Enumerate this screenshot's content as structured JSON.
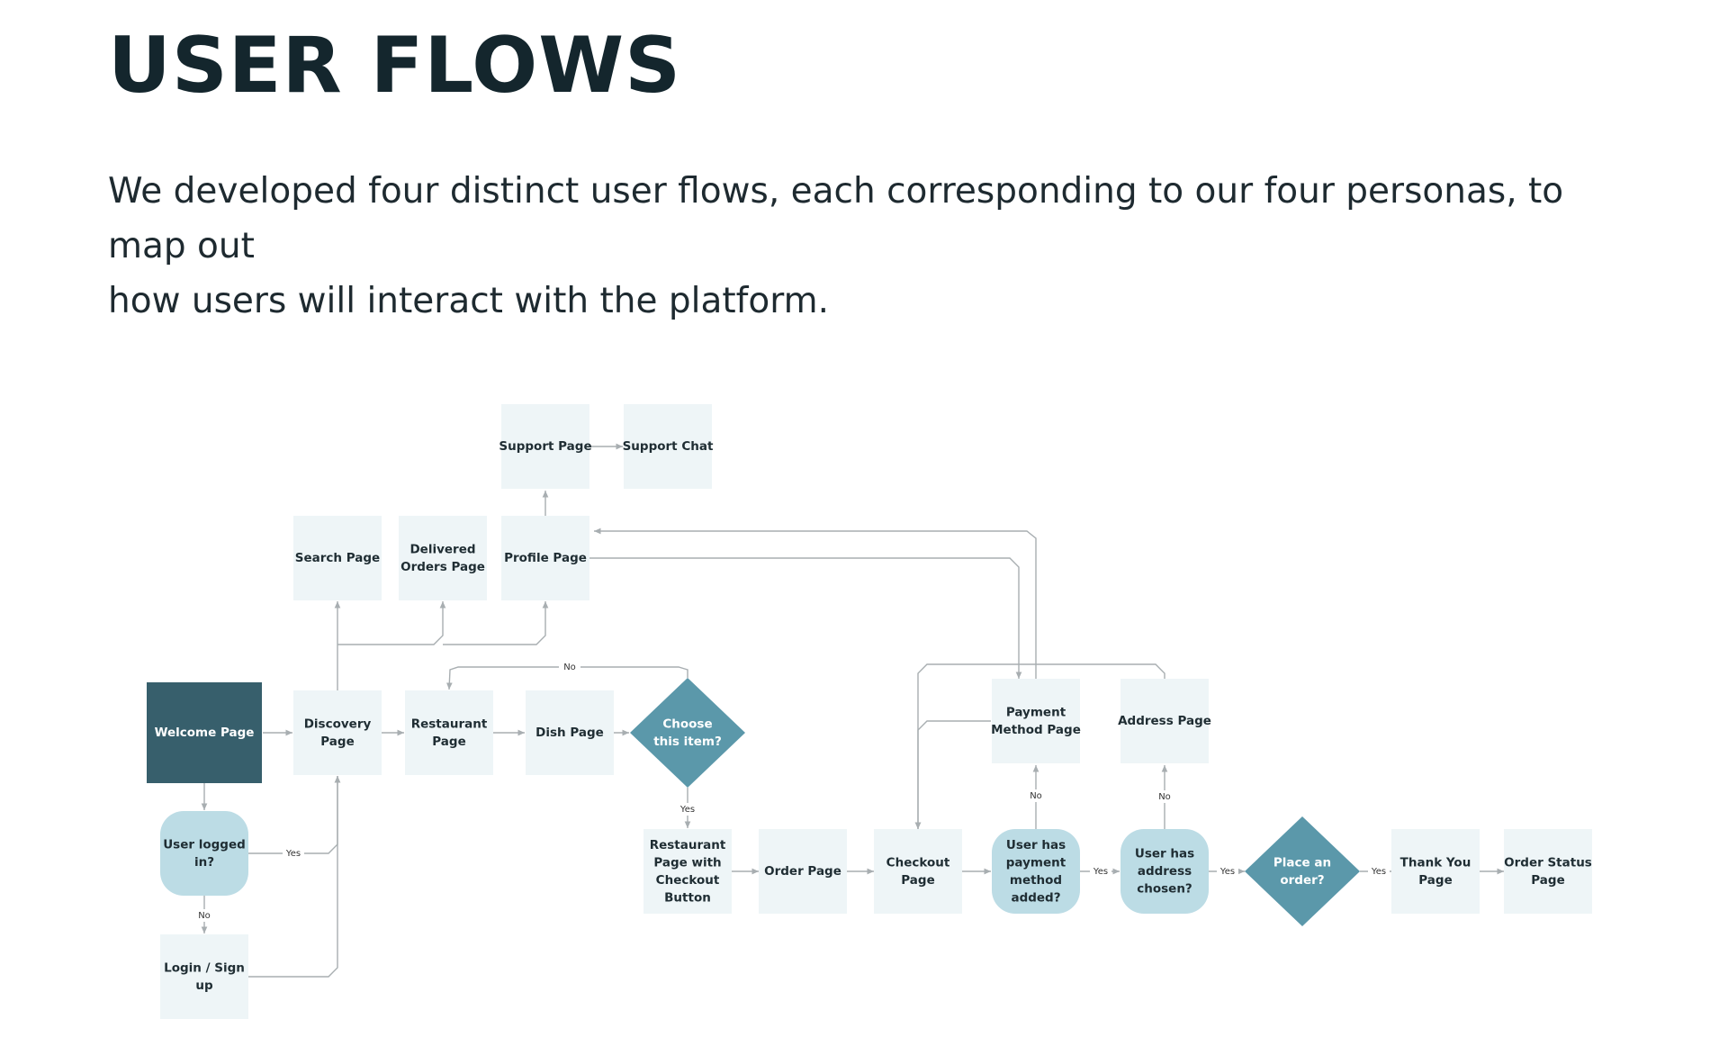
{
  "header": {
    "title": "USER FLOWS",
    "intro_line1": "We developed four distinct user flows, each corresponding to our four personas, to map out",
    "intro_line2": "how users will interact with the platform."
  },
  "colors": {
    "title": "#14262d",
    "page_node": "#eef5f7",
    "decision_rounded": "#bcdce5",
    "decision_diamond": "#5b98aa",
    "start_node": "#375f6c",
    "connector": "#a8aeb1"
  },
  "diagram": {
    "nodes": {
      "support_page": [
        "Support Page"
      ],
      "support_chat": [
        "Support Chat"
      ],
      "search_page": [
        "Search Page"
      ],
      "delivered_orders": [
        "Delivered",
        "Orders Page"
      ],
      "profile_page": [
        "Profile Page"
      ],
      "welcome_page": [
        "Welcome Page"
      ],
      "discovery_page": [
        "Discovery",
        "Page"
      ],
      "restaurant_page": [
        "Restaurant",
        "Page"
      ],
      "dish_page": [
        "Dish Page"
      ],
      "choose_item": [
        "Choose",
        "this item?"
      ],
      "payment_method_page": [
        "Payment",
        "Method Page"
      ],
      "address_page": [
        "Address Page"
      ],
      "user_logged_in": [
        "User logged",
        "in?"
      ],
      "login_signup": [
        "Login / Sign",
        "up"
      ],
      "restaurant_checkout": [
        "Restaurant",
        "Page with",
        "Checkout",
        "Button"
      ],
      "order_page": [
        "Order Page"
      ],
      "checkout_page": [
        "Checkout",
        "Page"
      ],
      "has_payment": [
        "User has",
        "payment",
        "method",
        "added?"
      ],
      "has_address": [
        "User has",
        "address",
        "chosen?"
      ],
      "place_order": [
        "Place an",
        "order?"
      ],
      "thank_you": [
        "Thank You",
        "Page"
      ],
      "order_status": [
        "Order Status",
        "Page"
      ]
    },
    "edge_labels": {
      "yes": "Yes",
      "no": "No"
    }
  }
}
